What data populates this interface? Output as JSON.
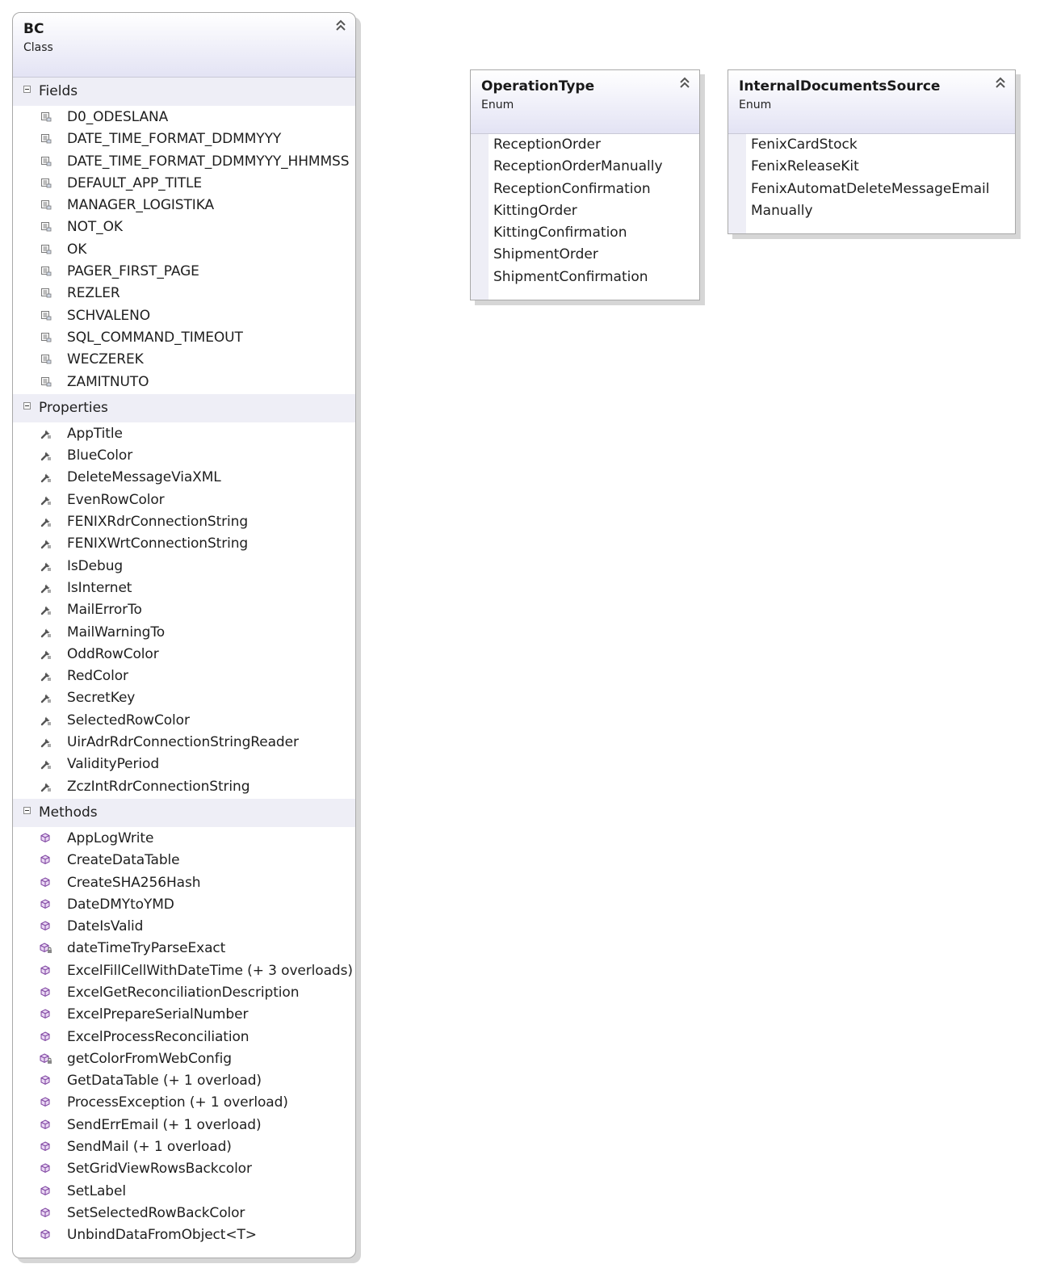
{
  "bc": {
    "title": "BC",
    "kind": "Class",
    "sections": {
      "fields": {
        "label": "Fields",
        "items": [
          "D0_ODESLANA",
          "DATE_TIME_FORMAT_DDMMYYY",
          "DATE_TIME_FORMAT_DDMMYYY_HHMMSS",
          "DEFAULT_APP_TITLE",
          "MANAGER_LOGISTIKA",
          "NOT_OK",
          "OK",
          "PAGER_FIRST_PAGE",
          "REZLER",
          "SCHVALENO",
          "SQL_COMMAND_TIMEOUT",
          "WECZEREK",
          "ZAMITNUTO"
        ]
      },
      "properties": {
        "label": "Properties",
        "items": [
          "AppTitle",
          "BlueColor",
          "DeleteMessageViaXML",
          "EvenRowColor",
          "FENIXRdrConnectionString",
          "FENIXWrtConnectionString",
          "IsDebug",
          "IsInternet",
          "MailErrorTo",
          "MailWarningTo",
          "OddRowColor",
          "RedColor",
          "SecretKey",
          "SelectedRowColor",
          "UirAdrRdrConnectionStringReader",
          "ValidityPeriod",
          "ZczIntRdrConnectionString"
        ]
      },
      "methods": {
        "label": "Methods",
        "items": [
          "AppLogWrite",
          "CreateDataTable",
          "CreateSHA256Hash",
          "DateDMYtoYMD",
          "DateIsValid",
          "dateTimeTryParseExact",
          "ExcelFillCellWithDateTime (+ 3 overloads)",
          "ExcelGetReconciliationDescription",
          "ExcelPrepareSerialNumber",
          "ExcelProcessReconciliation",
          "getColorFromWebConfig",
          "GetDataTable (+ 1 overload)",
          "ProcessException (+ 1 overload)",
          "SendErrEmail (+ 1 overload)",
          "SendMail (+ 1 overload)",
          "SetGridViewRowsBackcolor",
          "SetLabel",
          "SetSelectedRowBackColor",
          "UnbindDataFromObject<T>"
        ]
      }
    }
  },
  "operation_type": {
    "title": "OperationType",
    "kind": "Enum",
    "items": [
      "ReceptionOrder",
      "ReceptionOrderManually",
      "ReceptionConfirmation",
      "KittingOrder",
      "KittingConfirmation",
      "ShipmentOrder",
      "ShipmentConfirmation"
    ]
  },
  "internal_documents_source": {
    "title": "InternalDocumentsSource",
    "kind": "Enum",
    "items": [
      "FenixCardStock",
      "FenixReleaseKit",
      "FenixAutomatDeleteMessageEmail",
      "Manually"
    ]
  },
  "icons": {
    "field": "field-icon",
    "property": "property-wrench-icon",
    "method": "method-cube-icon",
    "private_method": "private-method-lock-icon",
    "collapse": "double-chevron-up-icon"
  },
  "private_methods": [
    "dateTimeTryParseExact",
    "getColorFromWebConfig"
  ],
  "colors": {
    "header_gradient_end": "#e3e3f4",
    "section_bg": "#eeeef6",
    "border": "#a9a9a9",
    "method_icon": "#7b3f9e"
  }
}
